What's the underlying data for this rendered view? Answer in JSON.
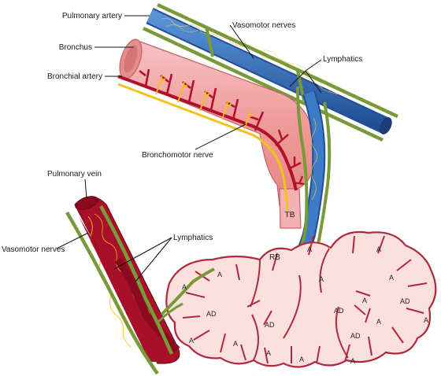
{
  "labels": {
    "pulmonary_artery": "Pulmonary artery",
    "bronchus": "Bronchus",
    "bronchial_artery": "Bronchial artery",
    "vasomotor_nerves_top": "Vasomotor nerves",
    "lymphatics_top": "Lymphatics",
    "bronchomotor_nerve": "Bronchomotor nerve",
    "pulmonary_vein": "Pulmonary vein",
    "vasomotor_nerves_left": "Vasomotor nerves",
    "lymphatics_lower": "Lymphatics",
    "tb": "TB",
    "rb": "RB"
  },
  "alveolar_labels": [
    "A",
    "A",
    "A",
    "A",
    "A",
    "A",
    "A",
    "A",
    "A",
    "A",
    "A",
    "A",
    "A",
    "A",
    "AD",
    "AD",
    "AD",
    "AD",
    "AD"
  ],
  "colors": {
    "artery_blue": "#2f6db5",
    "nerve_green": "#7a9a3a",
    "bronchus_pink": "#f2a0a0",
    "bronchial_artery_red": "#b0102a",
    "bronchomotor_yellow": "#f2c21a",
    "alveolus_fill": "#fbe0df",
    "alveolus_outline": "#b0283c"
  }
}
